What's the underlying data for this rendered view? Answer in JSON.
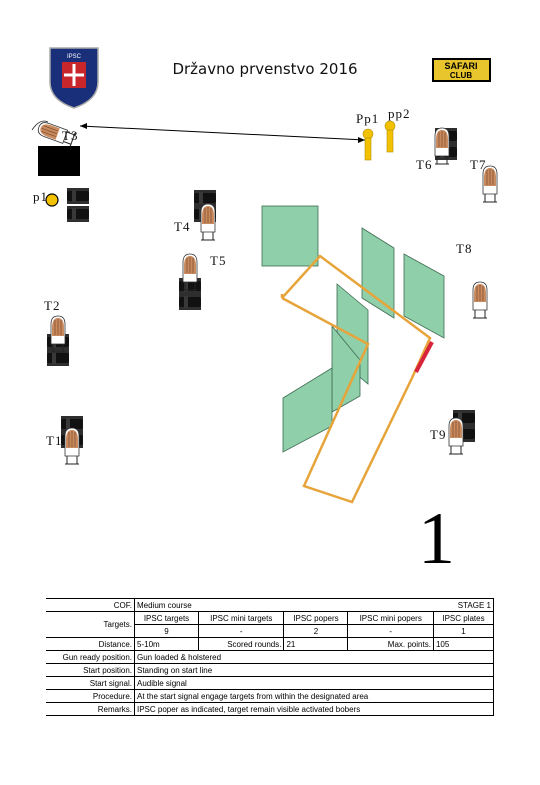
{
  "title": "Državno prvenstvo 2016",
  "logos": {
    "left": "IPSC federation shield",
    "right": "SAFARI CLUB"
  },
  "labels": {
    "pp1": "Pp1",
    "pp2": "pp2",
    "t1": "T1",
    "t2": "T2",
    "t3": "T3",
    "t4": "T4",
    "t5": "T5",
    "t6": "T6",
    "t7": "T7",
    "t8": "T8",
    "t9": "T9",
    "p1": "p1"
  },
  "stage_number": "1",
  "info": {
    "cof_label": "COF.",
    "cof_value": "Medium course",
    "stage": "STAGE 1",
    "targets_label": "Targets.",
    "target_headers": [
      "IPSC targets",
      "IPSC mini targets",
      "IPSC popers",
      "IPSC mini popers",
      "IPSC plates"
    ],
    "target_values": [
      "9",
      "-",
      "2",
      "-",
      "1"
    ],
    "distance_label": "Distance.",
    "distance_value": "5-10m",
    "scored_label": "Scored rounds.",
    "scored_value": "21",
    "max_label": "Max. points.",
    "max_value": "105",
    "gun_label": "Gun ready position.",
    "gun_value": "Gun loaded & holstered",
    "start_pos_label": "Start position.",
    "start_pos_value": "Standing on start line",
    "start_sig_label": "Start signal.",
    "start_sig_value": "Audible signal",
    "procedure_label": "Procedure.",
    "procedure_value": "At the start signal engage targets from within the designated area",
    "remarks_label": "Remarks.",
    "remarks_value": "IPSC poper as indicated, target remain visible activated bobers"
  },
  "colors": {
    "wall_fill": "#8fcfaa",
    "wall_stroke": "#3d6b52",
    "area_line": "#e6a43a",
    "start_line": "#d8243a",
    "popper_yellow": "#f2c200",
    "target_tan": "#c98a5e",
    "barrel": "#111111"
  }
}
